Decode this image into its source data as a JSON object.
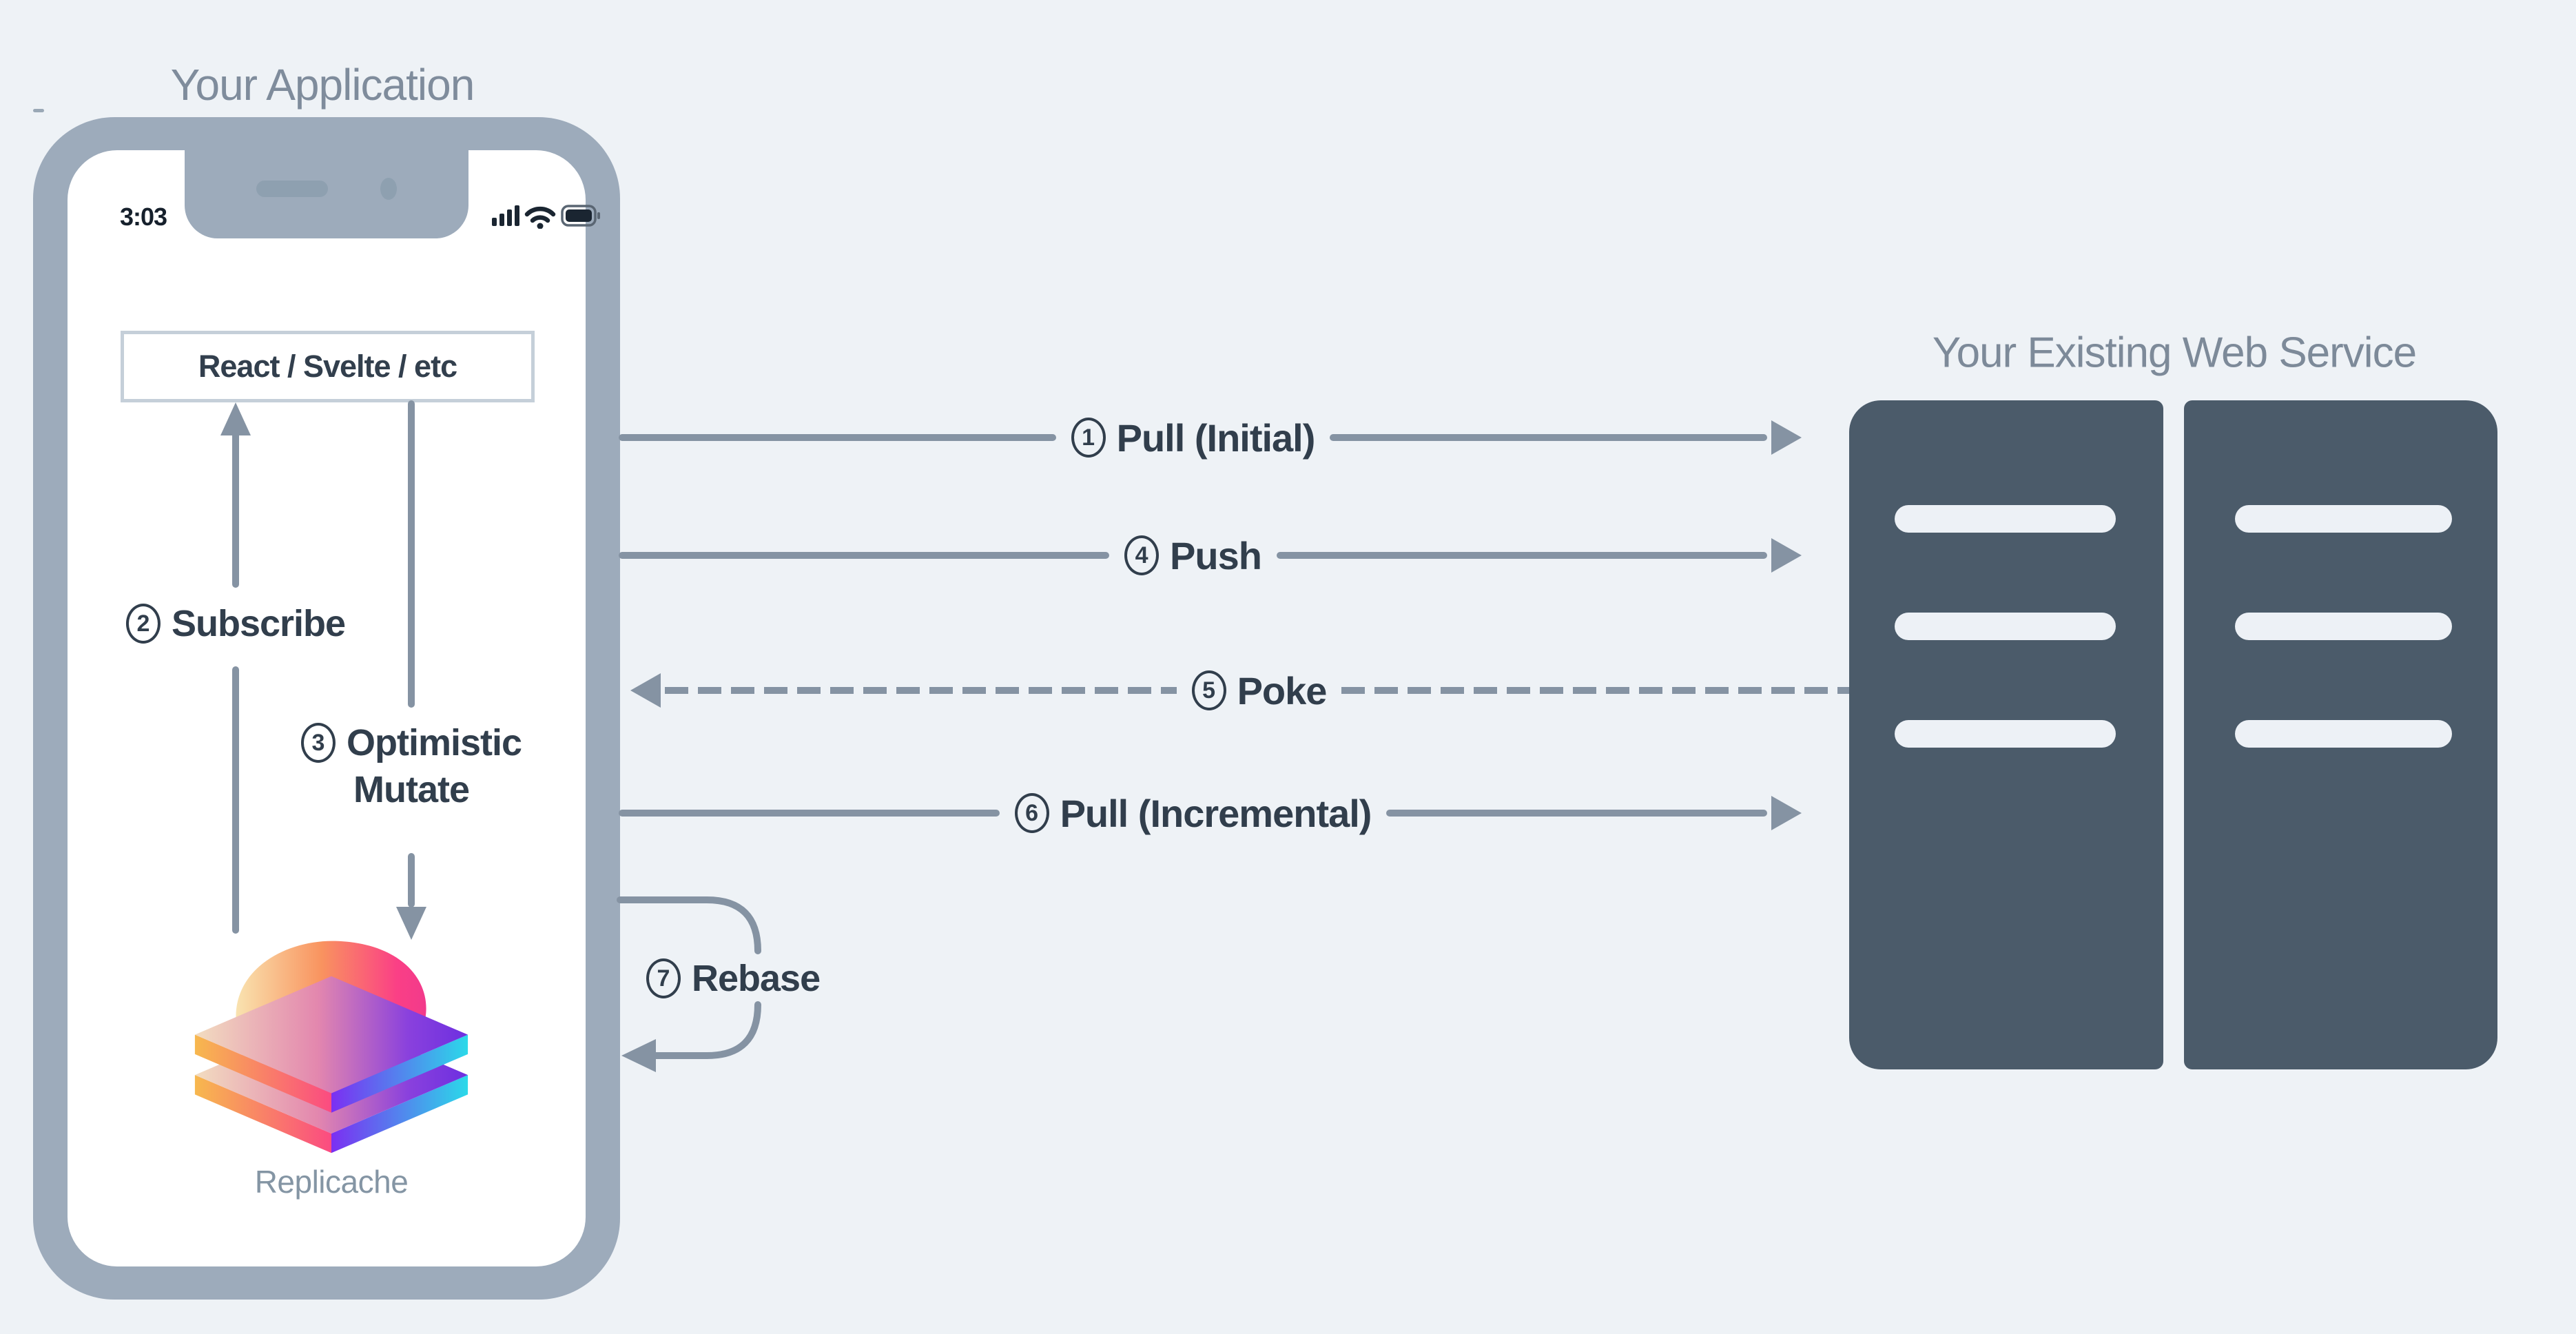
{
  "your_application": {
    "title": "Your Application",
    "phone": {
      "status_time": "3:03",
      "framework_box": "React / Svelte / etc",
      "logo_label": "Replicache"
    },
    "flows": {
      "subscribe": {
        "num": "2",
        "label": "Subscribe"
      },
      "optimistic_mutate": {
        "num": "3",
        "label_line1": "Optimistic",
        "label_line2": "Mutate"
      }
    }
  },
  "connections": {
    "pull_initial": {
      "num": "1",
      "label": "Pull (Initial)",
      "style": "solid",
      "direction": "to-service"
    },
    "push": {
      "num": "4",
      "label": "Push",
      "style": "solid",
      "direction": "to-service"
    },
    "poke": {
      "num": "5",
      "label": "Poke",
      "style": "dashed",
      "direction": "to-app"
    },
    "pull_incremental": {
      "num": "6",
      "label": "Pull (Incremental)",
      "style": "solid",
      "direction": "to-service"
    },
    "rebase": {
      "num": "7",
      "label": "Rebase",
      "style": "loop",
      "direction": "to-app"
    }
  },
  "web_service": {
    "title": "Your Existing Web Service",
    "server_count": 2,
    "slots_per_server": 3
  },
  "theme": {
    "background": "#eef2f6",
    "phone_frame": "#9dabbb",
    "screen": "#ffffff",
    "line": "#8593a3",
    "dark_text": "#313e4c",
    "muted_text": "#7e8c9b",
    "server_fill": "#4b5b6a",
    "slot_fill": "#edf1f6",
    "box_border": "#c5cfd9",
    "logo_gradient": [
      "#f9e3b0",
      "#fa3f86",
      "#8a41dd",
      "#2bd9e9"
    ]
  }
}
